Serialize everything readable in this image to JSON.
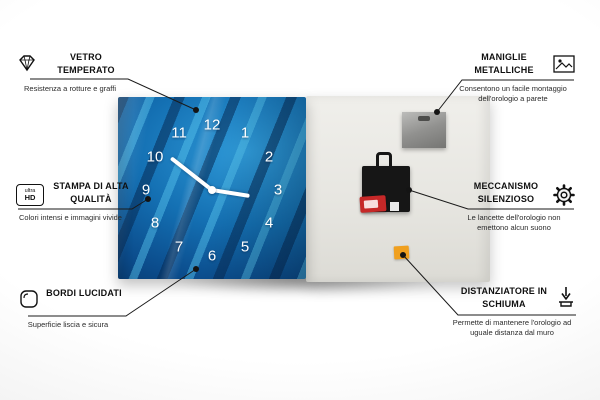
{
  "product": {
    "clock_numbers": [
      "12",
      "1",
      "2",
      "3",
      "4",
      "5",
      "6",
      "7",
      "8",
      "9",
      "10",
      "11"
    ],
    "accent_blue": "#1470b3",
    "foam_color": "#f0a01f",
    "mechanism_color": "#161616"
  },
  "callouts": {
    "vetro": {
      "title": "VETRO TEMPERATO",
      "description": "Resistenza a rotture e graffi",
      "icon": "diamond-icon"
    },
    "stampa": {
      "title": "STAMPA DI ALTA QUALITÀ",
      "description": "Colori intensi e immagini vivide",
      "icon_text_top": "ultra",
      "icon_text_bottom": "HD"
    },
    "bordi": {
      "title": "BORDI LUCIDATI",
      "description": "Superficie liscia e sicura",
      "icon": "rounded-edge-icon"
    },
    "maniglie": {
      "title": "MANIGLIE METALLICHE",
      "description": "Consentono un facile montaggio dell'orologio a parete",
      "icon": "picture-frame-icon"
    },
    "meccanismo": {
      "title": "MECCANISMO SILENZIOSO",
      "description": "Le lancette dell'orologio non emettono alcun suono",
      "icon": "gear-icon"
    },
    "distanziatore": {
      "title": "DISTANZIATORE IN SCHIUMA",
      "description": "Permette di mantenere l'orologio ad uguale distanza dal muro",
      "icon": "arrow-down-icon"
    }
  }
}
